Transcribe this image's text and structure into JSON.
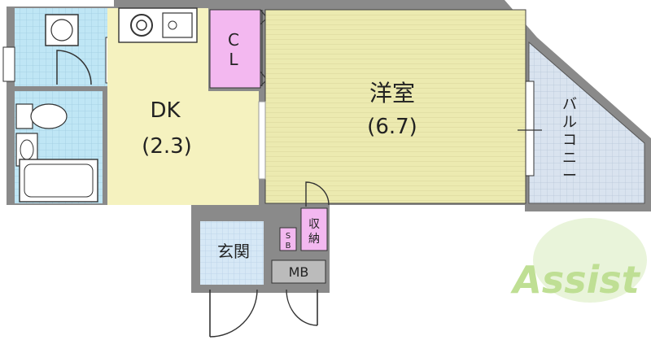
{
  "rooms": {
    "western": {
      "name": "洋室",
      "size": "(6.7)"
    },
    "dk": {
      "name": "DK",
      "size": "(2.3)"
    },
    "entrance": {
      "name": "玄関"
    },
    "closet": {
      "line1": "C",
      "line2": "L"
    },
    "balcony": {
      "chars": [
        "バ",
        "ル",
        "コ",
        "ニ",
        "ー"
      ]
    },
    "storage": {
      "line1": "収",
      "line2": "納"
    },
    "shoebox": {
      "line1": "S",
      "line2": "B"
    },
    "meterbox": {
      "name": "MB"
    }
  },
  "logo": {
    "text": "Assist"
  },
  "colors": {
    "western_floor": "#eceab0",
    "dk_floor": "#f5f2bf",
    "wet_area": "#bfeef5",
    "closet": "#f3b8f0",
    "balcony": "#d9e3ef",
    "wall": "#8a8a8a",
    "logo_green": "#8cc63e"
  }
}
